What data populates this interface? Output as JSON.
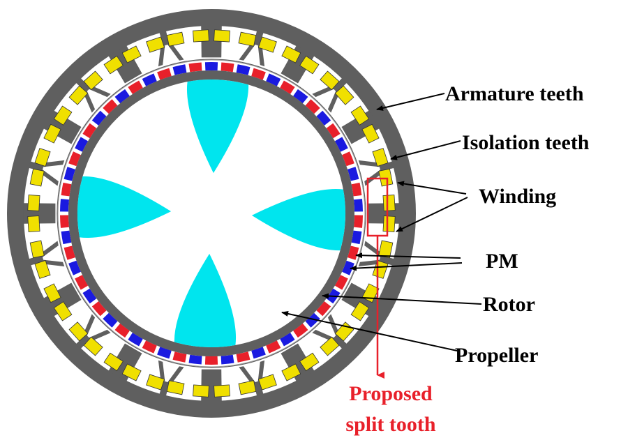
{
  "labels": {
    "armature_teeth": "Armature teeth",
    "isolation_teeth": "Isolation teeth",
    "winding": "Winding",
    "pm": "PM",
    "rotor": "Rotor",
    "propeller": "Propeller",
    "proposed_line1": "Proposed",
    "proposed_line2": "split tooth"
  },
  "colors": {
    "stator": "#5f5f5f",
    "winding": "#f0e000",
    "winding_outline": "#333333",
    "magnet_red": "#e8202a",
    "magnet_blue": "#1a1ae0",
    "rotor": "#5f5f5f",
    "propeller": "#00e5ee",
    "callout": "#e8202a",
    "leader": "#000000"
  },
  "counts": {
    "stator_slots": 24,
    "magnet_poles": 58,
    "propeller_blades": 4
  }
}
